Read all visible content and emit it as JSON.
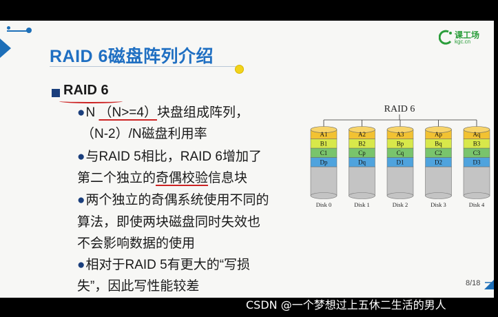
{
  "slide": {
    "title": "RAID 6磁盘阵列介绍",
    "logo_text": "课工场",
    "logo_sub": "kgc.cn",
    "heading": "RAID 6",
    "bullets": {
      "b1_pre": "N ",
      "b1_red": "（N>=4）",
      "b1_post": "块盘组成阵列，",
      "b1_line2": "（N-2）/N磁盘利用率",
      "b2_line1": "与RAID 5相比，RAID 6增加了",
      "b2_pre": "第二个独立的",
      "b2_red": "奇偶校验",
      "b2_post": "信息块",
      "b3_line1": "两个独立的奇偶系统使用不同的",
      "b3_line2": "算法，即使两块磁盘同时失效也",
      "b3_line3": "不会影响数据的使用",
      "b4_line1": "相对于RAID 5有更大的“写损",
      "b4_line2": "失”，因此写性能较差"
    },
    "bullet_glyph": "●",
    "page_number": "8/18"
  },
  "diagram": {
    "title": "RAID 6",
    "disks": [
      {
        "label": "Disk 0",
        "blocks": [
          "A1",
          "B1",
          "C1",
          "Dp"
        ]
      },
      {
        "label": "Disk 1",
        "blocks": [
          "A2",
          "B2",
          "Cp",
          "Dq"
        ]
      },
      {
        "label": "Disk 2",
        "blocks": [
          "A3",
          "Bp",
          "Cq",
          "D1"
        ]
      },
      {
        "label": "Disk 3",
        "blocks": [
          "Ap",
          "Bq",
          "C2",
          "D2"
        ]
      },
      {
        "label": "Disk 4",
        "blocks": [
          "Aq",
          "B3",
          "C3",
          "D3"
        ]
      }
    ],
    "colors": {
      "a": "#f2c232",
      "b": "#d8e84a",
      "c": "#79c46c",
      "d": "#4fa3dd",
      "body": "#c4c4c4"
    }
  },
  "watermark": "CSDN @一个梦想过上五休二生活的男人",
  "colors": {
    "title": "#1f6fc2",
    "accent": "#1d6fb8",
    "annotation_red": "#cc2222"
  }
}
